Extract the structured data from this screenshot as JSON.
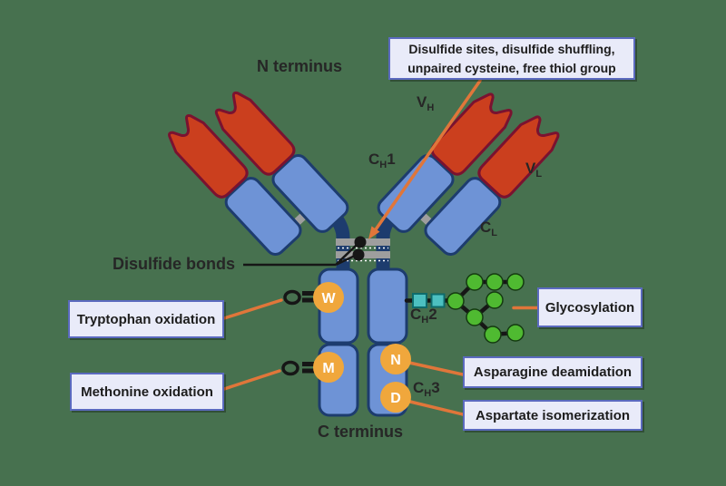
{
  "colors": {
    "background": "#47714F",
    "red_domain": "#CB3F1E",
    "red_domain_border": "#7A1230",
    "blue_domain": "#6E93D6",
    "navy": "#1D3C6E",
    "gray_bar": "#9E9E9E",
    "orange_line": "#E0763A",
    "residue_circle": "#F0A73C",
    "glycan_green": "#4FBA31",
    "teal_square": "#4CC0C0",
    "box_bg": "#E9EBF9",
    "box_border": "#5B6ABF",
    "text": "#262626"
  },
  "labels": {
    "n_terminus": "N terminus",
    "c_terminus": "C terminus",
    "disulfide_bonds": "Disulfide bonds"
  },
  "domains": {
    "vh": {
      "base": "V",
      "sub": "H",
      "suffix": ""
    },
    "ch1": {
      "base": "C",
      "sub": "H",
      "suffix": "1"
    },
    "vl": {
      "base": "V",
      "sub": "L",
      "suffix": ""
    },
    "cl": {
      "base": "C",
      "sub": "L",
      "suffix": ""
    },
    "ch2": {
      "base": "C",
      "sub": "H",
      "suffix": "2"
    },
    "ch3": {
      "base": "C",
      "sub": "H",
      "suffix": "3"
    }
  },
  "callouts": {
    "disulfide_sites_line1": "Disulfide sites, disulfide shuffling,",
    "disulfide_sites_line2": "unpaired cysteine, free thiol group",
    "tryptophan_oxidation": "Tryptophan oxidation",
    "methionine_oxidation": "Methonine oxidation",
    "glycosylation": "Glycosylation",
    "asparagine_deamidation": "Asparagine deamidation",
    "aspartate_isomerization": "Aspartate isomerization"
  },
  "residues": {
    "tryptophan": "W",
    "methionine": "M",
    "asparagine": "N",
    "aspartate": "D"
  }
}
